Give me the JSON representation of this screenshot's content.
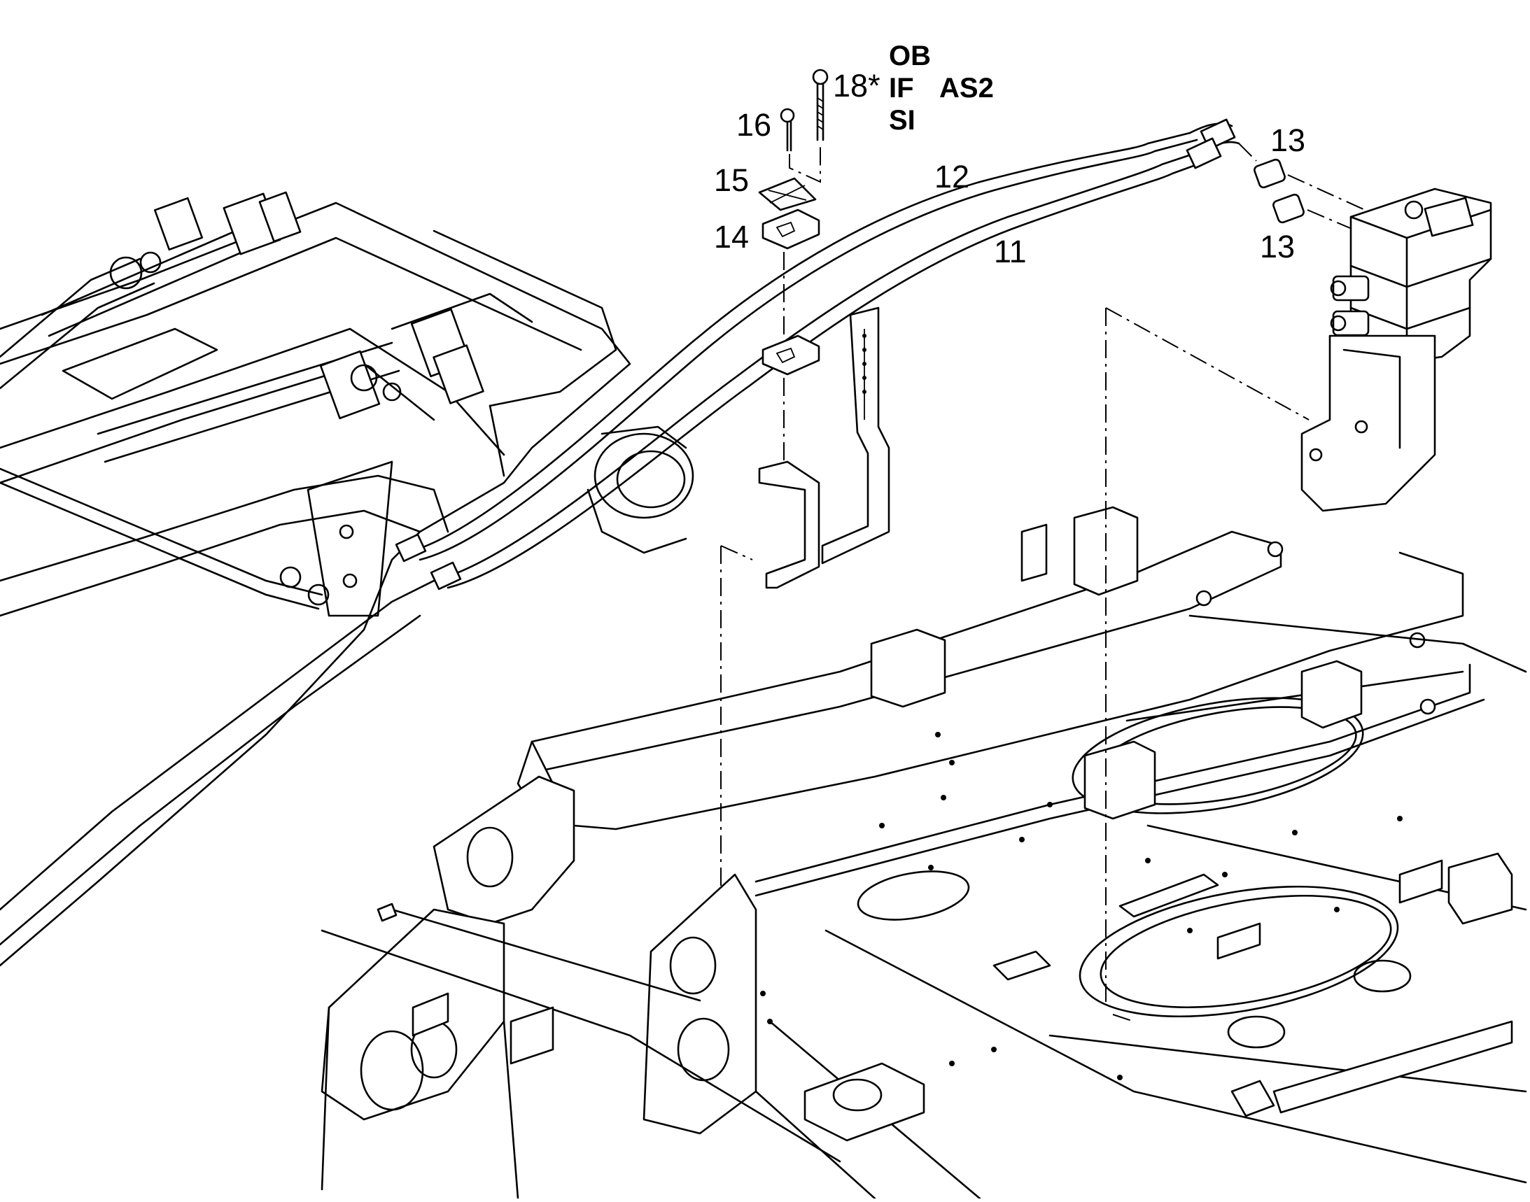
{
  "diagram": {
    "callouts": [
      {
        "id": "c18",
        "text": "18"
      },
      {
        "id": "c16",
        "text": "16"
      },
      {
        "id": "c15",
        "text": "15"
      },
      {
        "id": "c14",
        "text": "14"
      },
      {
        "id": "c12",
        "text": "12"
      },
      {
        "id": "c11",
        "text": "11"
      },
      {
        "id": "c13a",
        "text": "13"
      },
      {
        "id": "c13b",
        "text": "13"
      }
    ],
    "marker": "*",
    "codes": {
      "ob": "OB",
      "if": "IF",
      "si": "SI",
      "as2": "AS2"
    }
  }
}
